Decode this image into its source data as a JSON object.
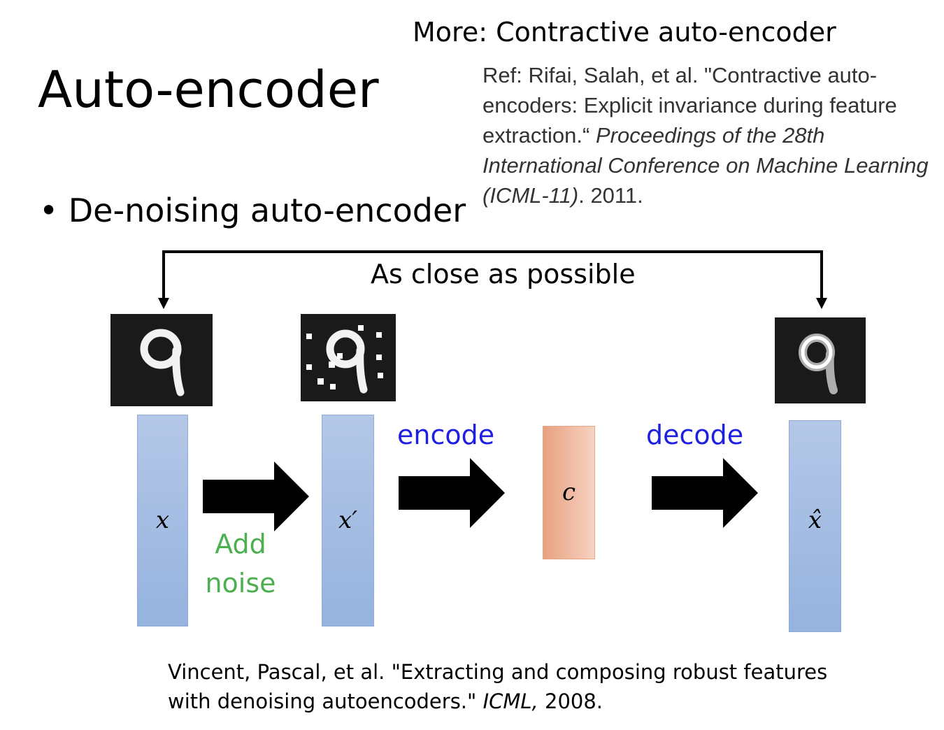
{
  "header": {
    "title": "Auto-encoder",
    "more": "More: Contractive auto-encoder"
  },
  "reference": {
    "lead": "Ref: Rifai, Salah, et al. \"Contractive auto-encoders: Explicit invariance during feature extraction.“ ",
    "venue": "Proceedings of the 28th International Conference on Machine Learning (ICML-11)",
    "tail": ". 2011."
  },
  "bullet": {
    "marker": "•",
    "text": "De-noising auto-encoder"
  },
  "diagram": {
    "close_label": "As close as possible",
    "encode_label": "encode",
    "decode_label": "decode",
    "noise_label_line1": "Add",
    "noise_label_line2": "noise",
    "vectors": {
      "x": "x",
      "x_prime": "x′",
      "code": "c",
      "x_hat": "x̂"
    },
    "colors": {
      "vector_blue": "#b4c7e7",
      "code_orange": "#e9a17f",
      "op_label": "#1f1fe0",
      "noise_label": "#4caf50"
    }
  },
  "citation": {
    "line1": "Vincent, Pascal, et al. \"Extracting and composing robust features",
    "line2_lead": "with denoising autoencoders.\" ",
    "line2_venue": "ICML,",
    "line2_tail": " 2008."
  }
}
